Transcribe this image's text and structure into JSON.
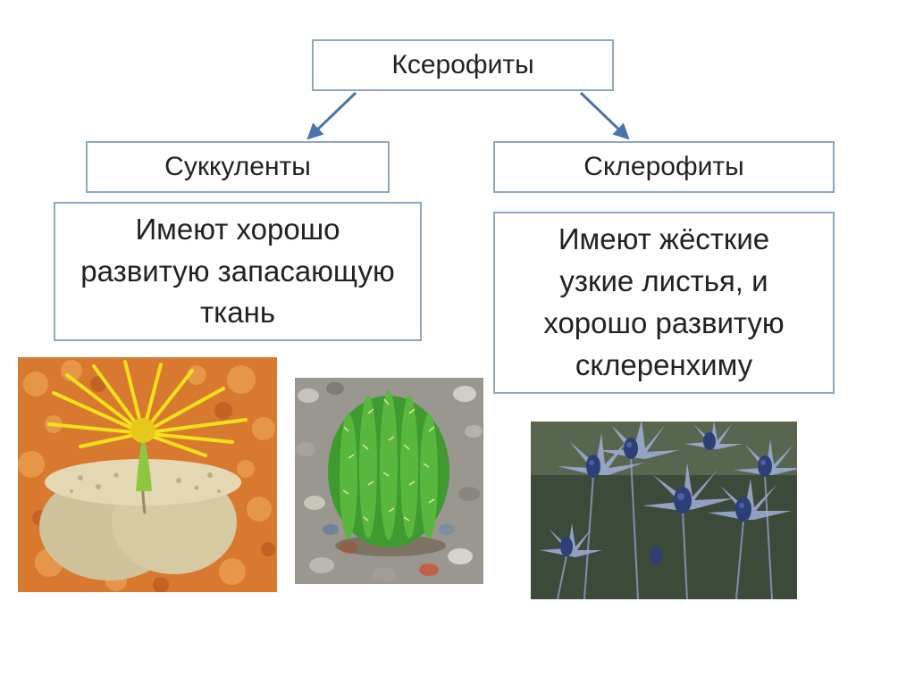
{
  "diagram": {
    "root": {
      "label": "Ксерофиты"
    },
    "branches": [
      {
        "label": "Суккуленты",
        "description": "Имеют хорошо\nразвитую запасающую\nткань"
      },
      {
        "label": "Склерофиты",
        "description": "Имеют жёсткие\nузкие листья, и\nхорошо развитую\nсклеренхиму"
      }
    ]
  },
  "colors": {
    "box_border": "#8fa7c6",
    "arrow": "#4a75ab"
  },
  "photos": [
    {
      "name": "lithops-photo",
      "subject": "lithops-succulent"
    },
    {
      "name": "cactus-photo",
      "subject": "barrel-cactus"
    },
    {
      "name": "eryngium-photo",
      "subject": "sea-holly-blue-thistle"
    }
  ]
}
